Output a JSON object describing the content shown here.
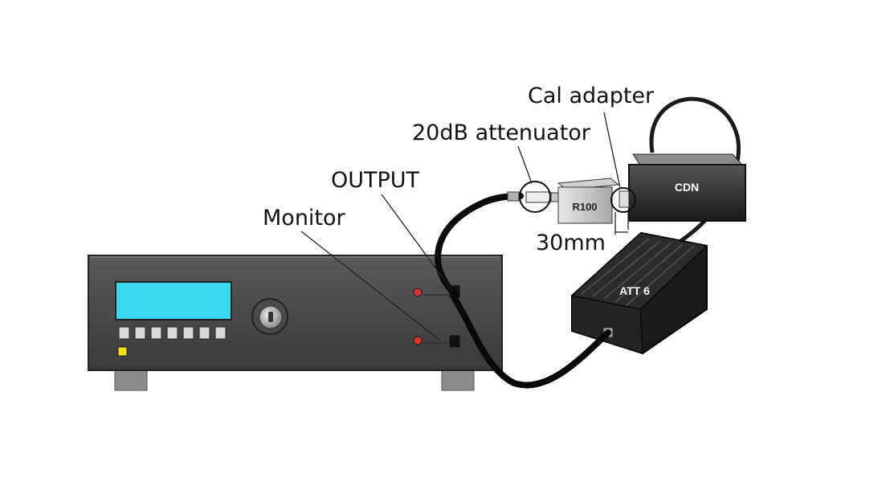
{
  "labels": {
    "cal_adapter": "Cal adapter",
    "attenuator_20db": "20dB attenuator",
    "output": "OUTPUT",
    "monitor": "Monitor",
    "distance": "30mm"
  },
  "devices": {
    "cdn": "CDN",
    "r100": "R100",
    "att6": "ATT 6"
  },
  "colors": {
    "generator_body": "#454545",
    "display": "#3ad8f0",
    "indicator": "#f0e020",
    "cable": "#0a0a0a",
    "callout_line": "#222222"
  },
  "icons": [
    "display-screen",
    "knob-icon",
    "button-icon",
    "led-icon",
    "connector-icon",
    "heatsink-fins"
  ]
}
